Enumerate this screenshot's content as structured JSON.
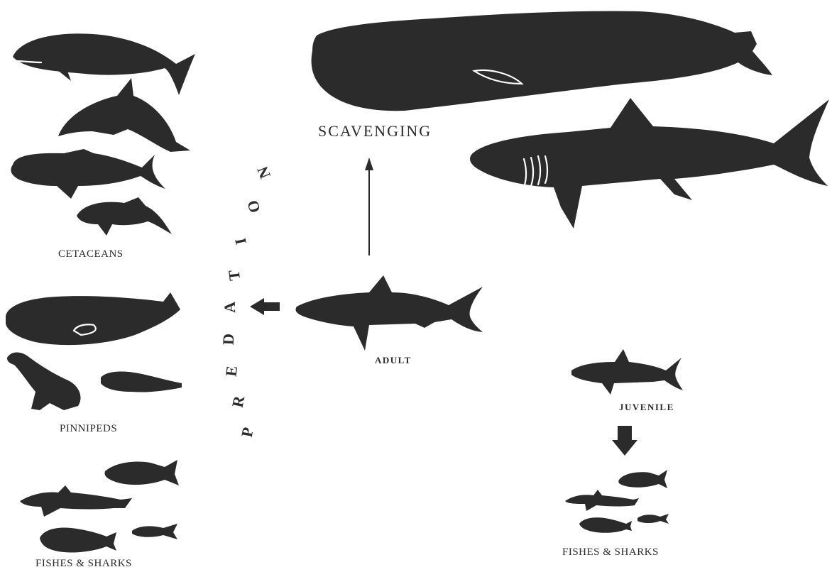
{
  "labels": {
    "scavenging": "SCAVENGING",
    "cetaceans": "CETACEANS",
    "pinnipeds": "PINNIPEDS",
    "fishes_sharks_left": "FISHES & SHARKS",
    "adult": "ADULT",
    "juvenile": "JUVENILE",
    "fishes_sharks_right": "FISHES & SHARKS",
    "predation": "PREDATION"
  },
  "colors": {
    "silhouette": "#2b2b2b",
    "highlight": "#ffffff",
    "background": "#ffffff"
  }
}
